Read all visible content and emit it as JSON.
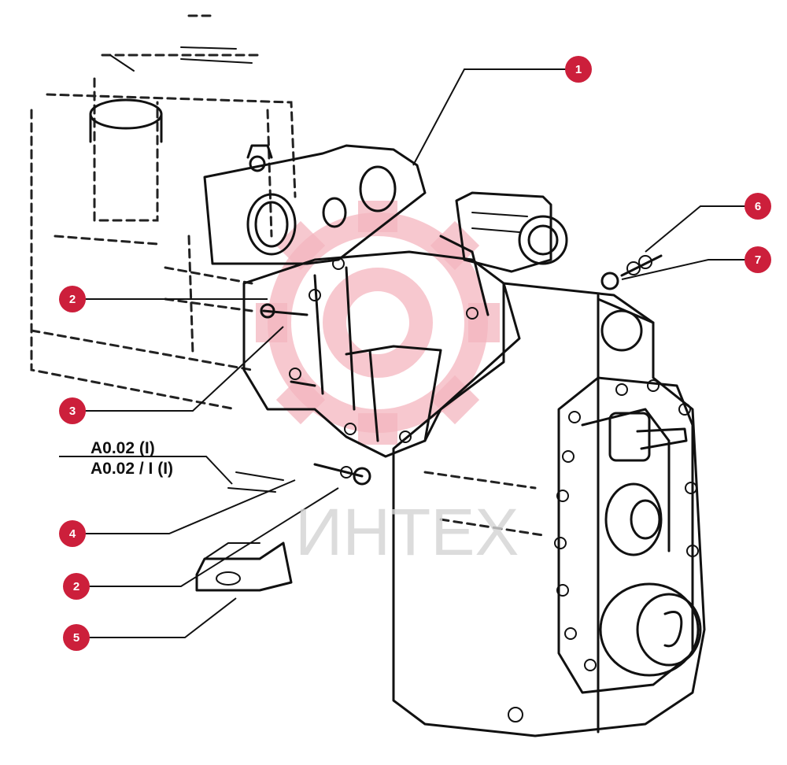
{
  "watermark": {
    "text": "ИНТЕХ",
    "gear_color": "#f4b6bf",
    "text_color": "#d4d4d4"
  },
  "accent_color": "#cc1f3b",
  "reference_codes": {
    "line1": "A0.02 (I)",
    "line2": "A0.02 / I (I)"
  },
  "callouts": [
    {
      "id": "c1",
      "label": "1"
    },
    {
      "id": "c2a",
      "label": "2"
    },
    {
      "id": "c3",
      "label": "3"
    },
    {
      "id": "c4",
      "label": "4"
    },
    {
      "id": "c2b",
      "label": "2"
    },
    {
      "id": "c5",
      "label": "5"
    },
    {
      "id": "c6",
      "label": "6"
    },
    {
      "id": "c7",
      "label": "7"
    }
  ]
}
